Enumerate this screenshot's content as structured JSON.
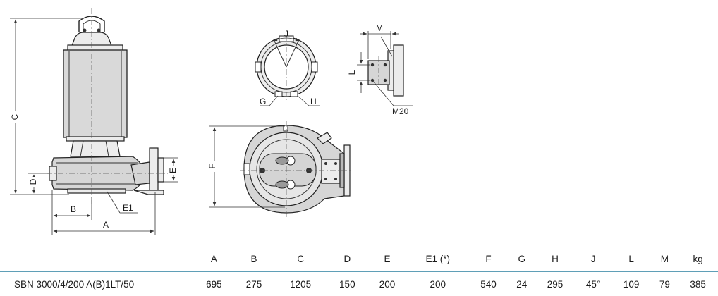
{
  "drawing": {
    "labels": {
      "C": "C",
      "D": "D",
      "B": "B",
      "E1": "E1",
      "A": "A",
      "E": "E",
      "J": "J",
      "G": "G",
      "H": "H",
      "M": "M",
      "L": "L",
      "M20": "M20",
      "F": "F"
    }
  },
  "table": {
    "headers": [
      "A",
      "B",
      "C",
      "D",
      "E",
      "E1 (*)",
      "F",
      "G",
      "H",
      "J",
      "L",
      "M",
      "kg"
    ],
    "rows": [
      {
        "model": "SBN 3000/4/200 A(B)1LT/50",
        "values": [
          "695",
          "275",
          "1205",
          "150",
          "200",
          "200",
          "540",
          "24",
          "295",
          "45°",
          "109",
          "79",
          "385"
        ]
      }
    ]
  },
  "colors": {
    "table_rule": "#5f9fb7"
  }
}
